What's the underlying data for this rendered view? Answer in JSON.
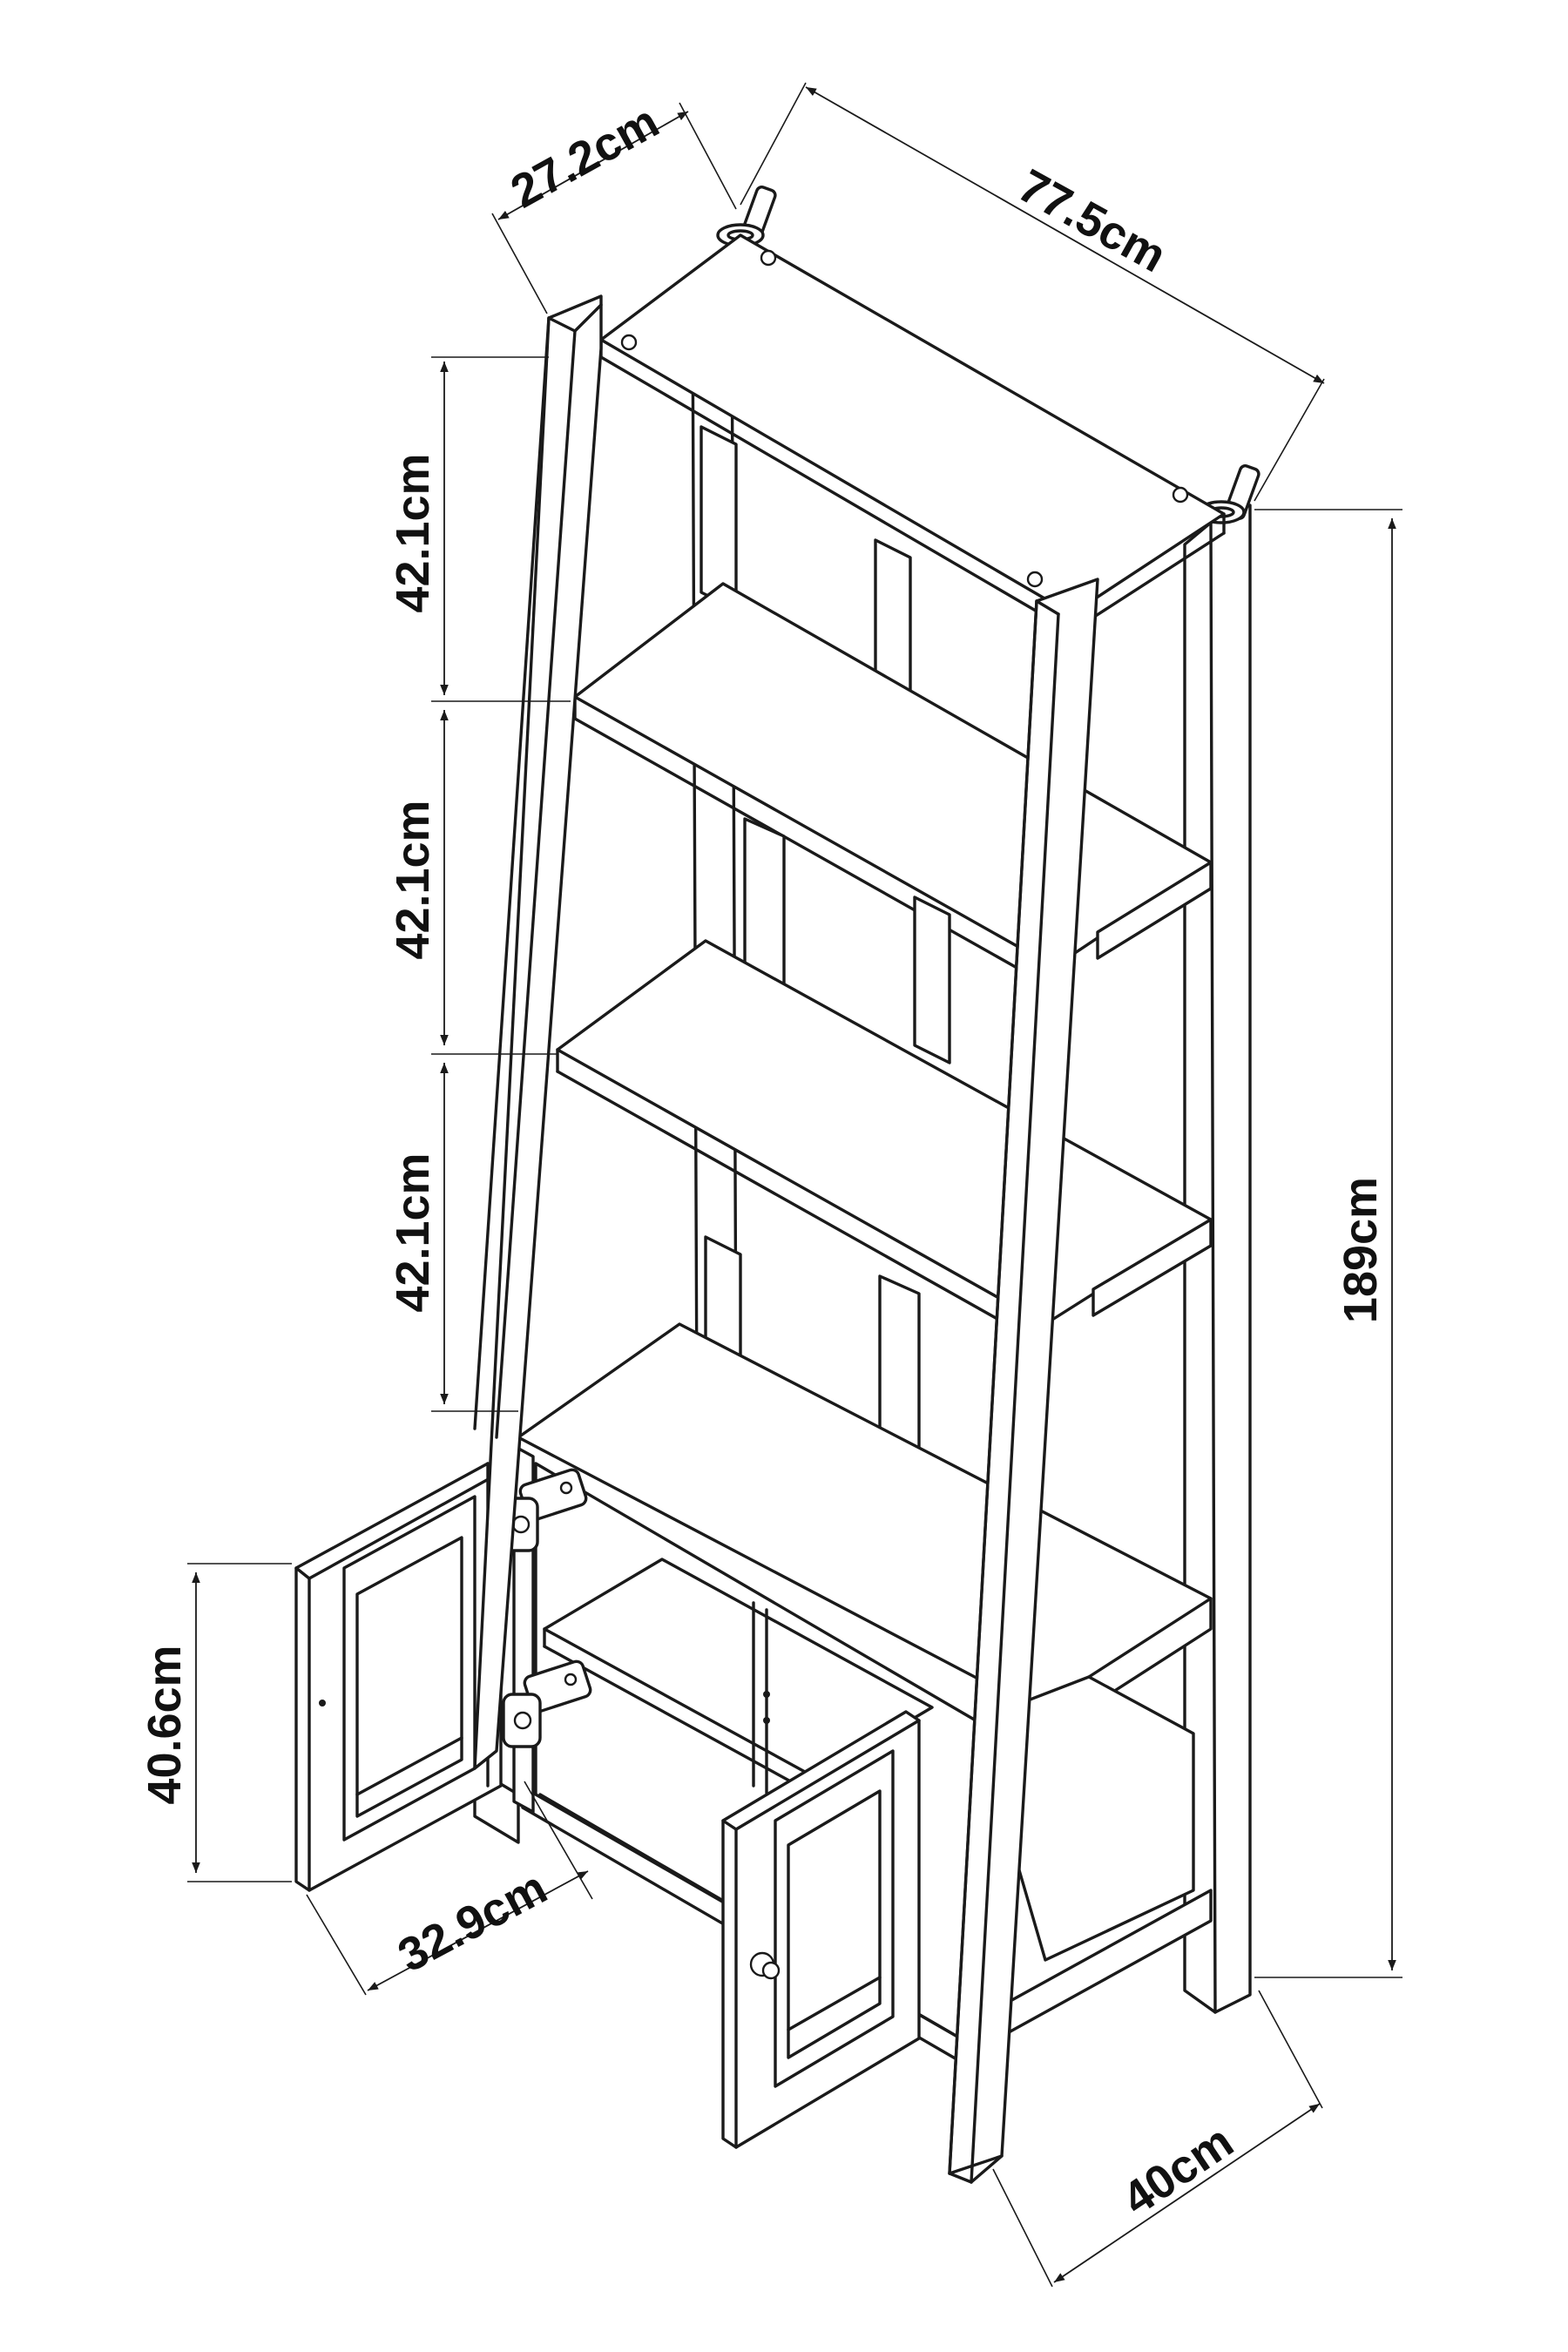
{
  "dimensions": {
    "depth_top": "27.2cm",
    "width_top": "77.5cm",
    "shelf_gap_1": "42.1cm",
    "shelf_gap_2": "42.1cm",
    "shelf_gap_3": "42.1cm",
    "total_height": "189cm",
    "door_height": "40.6cm",
    "door_width": "32.9cm",
    "base_depth": "40cm"
  },
  "colors": {
    "line": "#1a1a1a",
    "background": "#ffffff"
  }
}
